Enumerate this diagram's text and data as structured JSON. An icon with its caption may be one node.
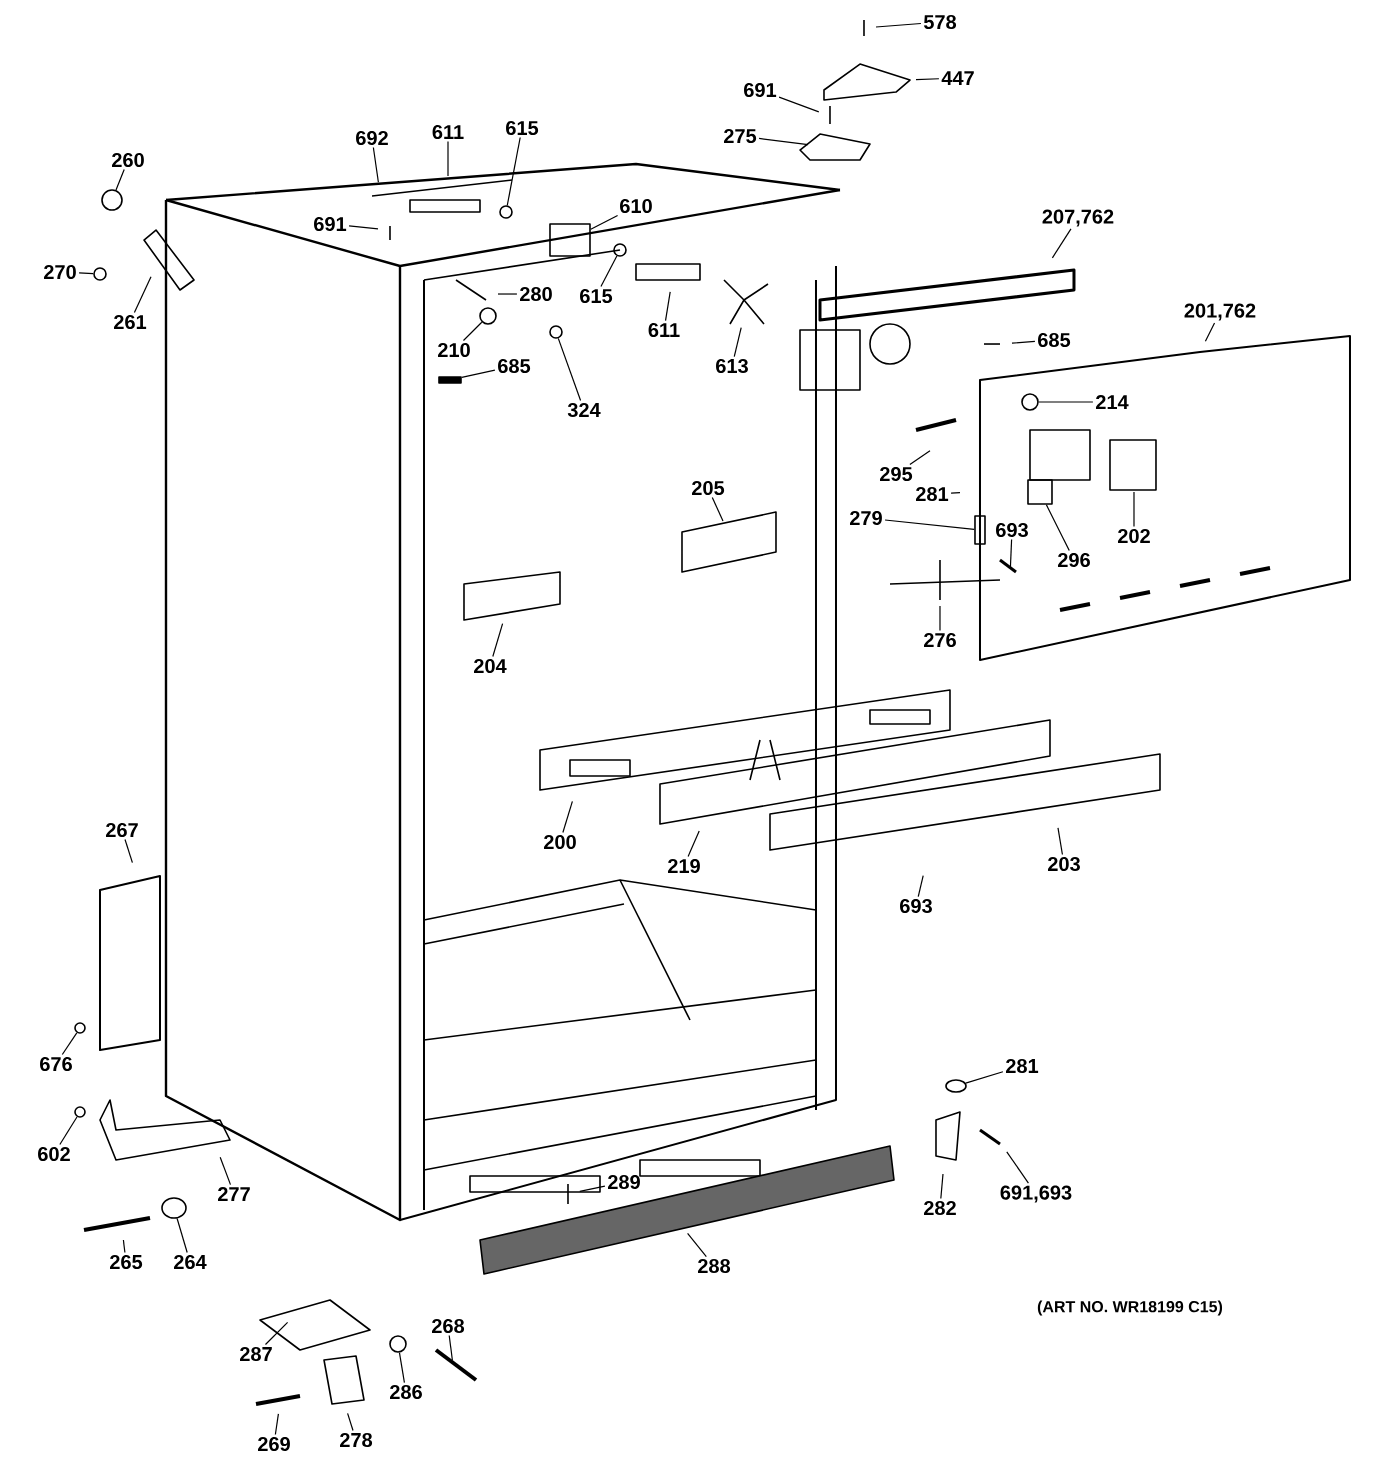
{
  "diagram": {
    "nodes": [
      {
        "text": [
          "578"
        ]
      },
      {
        "text": [
          "691"
        ]
      },
      {
        "text": [
          "447"
        ]
      },
      {
        "text": [
          "275"
        ]
      },
      {
        "text": [
          "260"
        ]
      },
      {
        "text": [
          "692"
        ]
      },
      {
        "text": [
          "611"
        ]
      },
      {
        "text": [
          "615"
        ]
      },
      {
        "text": [
          "691"
        ]
      },
      {
        "text": [
          "610"
        ]
      },
      {
        "text": [
          "270"
        ]
      },
      {
        "text": [
          "261"
        ]
      },
      {
        "text": [
          "280"
        ]
      },
      {
        "text": [
          "615"
        ]
      },
      {
        "text": [
          "611"
        ]
      },
      {
        "text": [
          "210"
        ]
      },
      {
        "text": [
          "685"
        ]
      },
      {
        "text": [
          "324"
        ]
      },
      {
        "text": [
          "613"
        ]
      },
      {
        "text": [
          "207,762"
        ]
      },
      {
        "text": [
          "685"
        ]
      },
      {
        "text": [
          "201,762"
        ]
      },
      {
        "text": [
          "214"
        ]
      },
      {
        "text": [
          "295"
        ]
      },
      {
        "text": [
          "281"
        ]
      },
      {
        "text": [
          "279"
        ]
      },
      {
        "text": [
          "693"
        ]
      },
      {
        "text": [
          "296"
        ]
      },
      {
        "text": [
          "202"
        ]
      },
      {
        "text": [
          "205"
        ]
      },
      {
        "text": [
          "204"
        ]
      },
      {
        "text": [
          "276"
        ]
      },
      {
        "text": [
          "200"
        ]
      },
      {
        "text": [
          "219"
        ]
      },
      {
        "text": [
          "203"
        ]
      },
      {
        "text": [
          "693"
        ]
      },
      {
        "text": [
          "267"
        ]
      },
      {
        "text": [
          "676"
        ]
      },
      {
        "text": [
          "602"
        ]
      },
      {
        "text": [
          "277"
        ]
      },
      {
        "text": [
          "265"
        ]
      },
      {
        "text": [
          "264"
        ]
      },
      {
        "text": [
          "289"
        ]
      },
      {
        "text": [
          "288"
        ]
      },
      {
        "text": [
          "281"
        ]
      },
      {
        "text": [
          "282"
        ]
      },
      {
        "text": [
          "691,693"
        ]
      },
      {
        "text": [
          "287"
        ]
      },
      {
        "text": [
          "268"
        ]
      },
      {
        "text": [
          "286"
        ]
      },
      {
        "text": [
          "269"
        ]
      },
      {
        "text": [
          "278"
        ]
      },
      {
        "text": [],
        "shape": "circle"
      },
      {
        "text": [],
        "shape": "circle"
      },
      {
        "text": [],
        "shape": "circle"
      },
      {
        "text": [],
        "shape": "circle"
      },
      {
        "text": [],
        "shape": "circle"
      },
      {
        "text": [],
        "shape": "bar"
      },
      {
        "text": [],
        "shape": "circle"
      },
      {
        "text": [],
        "shape": "circle"
      },
      {
        "text": [],
        "shape": "box"
      },
      {
        "text": [],
        "shape": "box"
      },
      {
        "text": [],
        "shape": "circle"
      },
      {
        "text": [],
        "shape": "circle"
      },
      {
        "text": [],
        "shape": "circle"
      },
      {
        "text": [],
        "shape": "circle"
      },
      {
        "text": [],
        "shape": "circle"
      },
      {
        "text": [],
        "shape": "box"
      }
    ],
    "edges": [
      {
        "from": 0,
        "to": null,
        "arrow": "none"
      },
      {
        "from": 1,
        "to": null,
        "arrow": "none"
      },
      {
        "from": 2,
        "to": null,
        "arrow": "none"
      },
      {
        "from": 3,
        "to": null,
        "arrow": "none"
      },
      {
        "from": 4,
        "to": 52,
        "arrow": "none"
      },
      {
        "from": 5,
        "to": null,
        "arrow": "none"
      },
      {
        "from": 6,
        "to": null,
        "arrow": "none"
      },
      {
        "from": 7,
        "to": 53,
        "arrow": "none"
      },
      {
        "from": 8,
        "to": null,
        "arrow": "none"
      },
      {
        "from": 9,
        "to": 67,
        "arrow": "none"
      },
      {
        "from": 10,
        "to": 54,
        "arrow": "none"
      },
      {
        "from": 11,
        "to": null,
        "arrow": "none"
      },
      {
        "from": 12,
        "to": null,
        "arrow": "none"
      },
      {
        "from": 13,
        "to": 55,
        "arrow": "none"
      },
      {
        "from": 14,
        "to": null,
        "arrow": "none"
      },
      {
        "from": 15,
        "to": 56,
        "arrow": "none"
      },
      {
        "from": 16,
        "to": 57,
        "arrow": "none"
      },
      {
        "from": 17,
        "to": 58,
        "arrow": "none"
      },
      {
        "from": 18,
        "to": null,
        "arrow": "none"
      },
      {
        "from": 19,
        "to": null,
        "arrow": "none"
      },
      {
        "from": 20,
        "to": null,
        "arrow": "none"
      },
      {
        "from": 21,
        "to": null,
        "arrow": "none"
      },
      {
        "from": 22,
        "to": 59,
        "arrow": "none"
      },
      {
        "from": 23,
        "to": null,
        "arrow": "none"
      },
      {
        "from": 24,
        "to": null,
        "arrow": "none"
      },
      {
        "from": 25,
        "to": 60,
        "arrow": "none"
      },
      {
        "from": 26,
        "to": null,
        "arrow": "none"
      },
      {
        "from": 27,
        "to": 61,
        "arrow": "none"
      },
      {
        "from": 28,
        "to": null,
        "arrow": "none"
      },
      {
        "from": 29,
        "to": null,
        "arrow": "none"
      },
      {
        "from": 30,
        "to": null,
        "arrow": "none"
      },
      {
        "from": 31,
        "to": null,
        "arrow": "none"
      },
      {
        "from": 32,
        "to": null,
        "arrow": "none"
      },
      {
        "from": 33,
        "to": null,
        "arrow": "none"
      },
      {
        "from": 34,
        "to": null,
        "arrow": "none"
      },
      {
        "from": 35,
        "to": null,
        "arrow": "none"
      },
      {
        "from": 36,
        "to": null,
        "arrow": "none"
      },
      {
        "from": 37,
        "to": 62,
        "arrow": "none"
      },
      {
        "from": 38,
        "to": 63,
        "arrow": "none"
      },
      {
        "from": 39,
        "to": null,
        "arrow": "none"
      },
      {
        "from": 40,
        "to": null,
        "arrow": "none"
      },
      {
        "from": 41,
        "to": 64,
        "arrow": "none"
      },
      {
        "from": 42,
        "to": null,
        "arrow": "none"
      },
      {
        "from": 43,
        "to": null,
        "arrow": "none"
      },
      {
        "from": 44,
        "to": 65,
        "arrow": "none"
      },
      {
        "from": 45,
        "to": null,
        "arrow": "none"
      },
      {
        "from": 46,
        "to": null,
        "arrow": "none"
      },
      {
        "from": 47,
        "to": null,
        "arrow": "none"
      },
      {
        "from": 48,
        "to": null,
        "arrow": "none"
      },
      {
        "from": 49,
        "to": 66,
        "arrow": "none"
      },
      {
        "from": 50,
        "to": null,
        "arrow": "none"
      },
      {
        "from": 51,
        "to": null,
        "arrow": "none"
      }
    ],
    "labels": [
      "(ART NO. WR18199 C15)"
    ]
  }
}
